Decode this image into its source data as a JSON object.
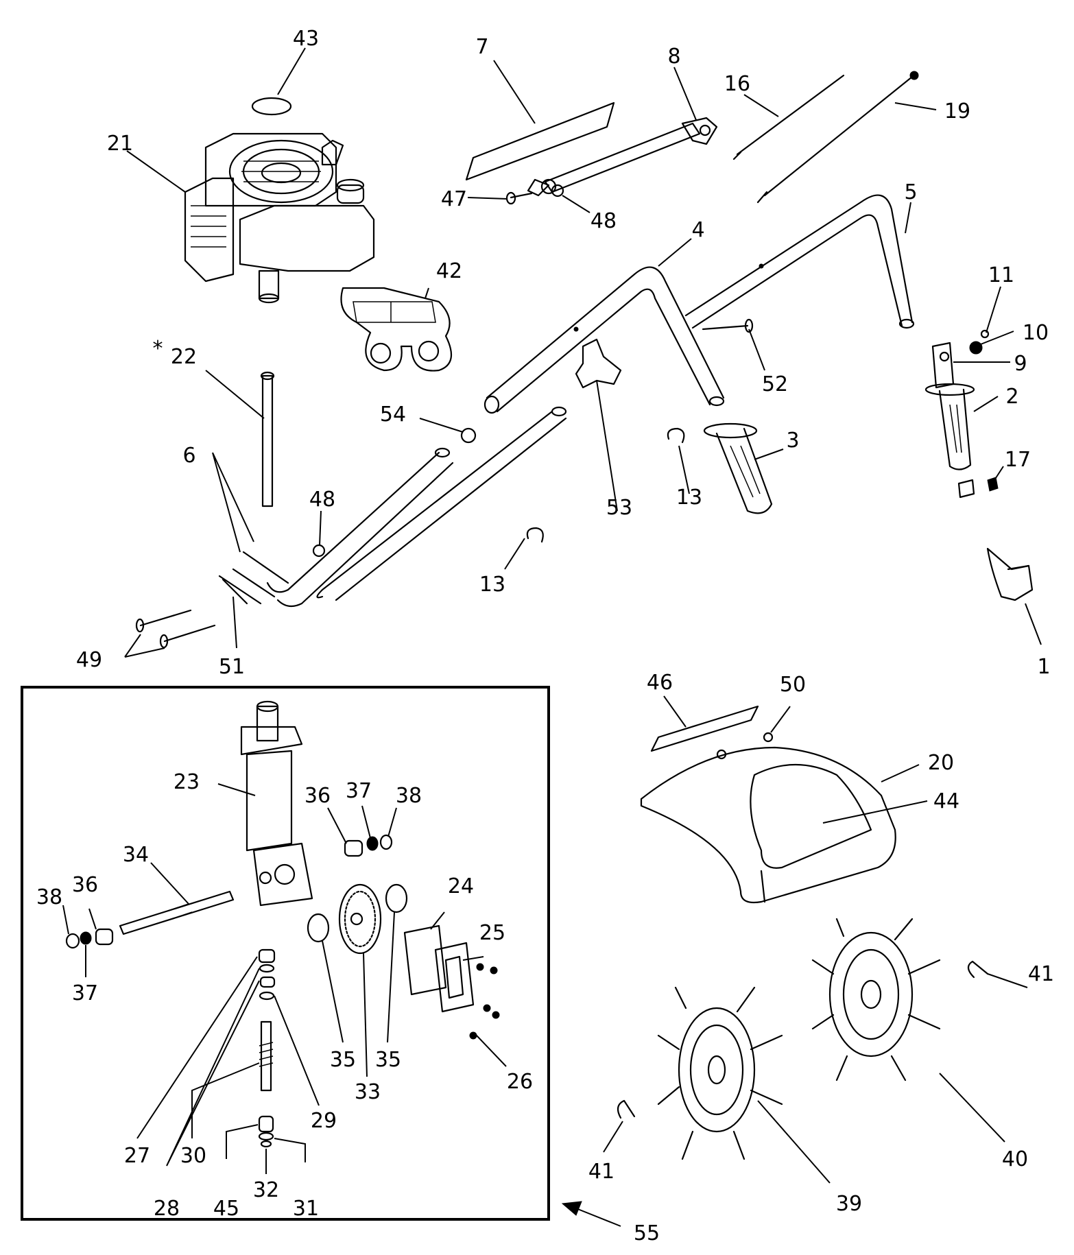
{
  "diagram": {
    "background_color": "#ffffff",
    "line_color": "#000000",
    "inset_note": "*",
    "callouts": [
      {
        "id": "c43",
        "label": "43"
      },
      {
        "id": "c7",
        "label": "7"
      },
      {
        "id": "c8",
        "label": "8"
      },
      {
        "id": "c16",
        "label": "16"
      },
      {
        "id": "c19",
        "label": "19"
      },
      {
        "id": "c21",
        "label": "21"
      },
      {
        "id": "c47",
        "label": "47"
      },
      {
        "id": "c48a",
        "label": "48"
      },
      {
        "id": "c5",
        "label": "5"
      },
      {
        "id": "c4",
        "label": "4"
      },
      {
        "id": "c42",
        "label": "42"
      },
      {
        "id": "c11",
        "label": "11"
      },
      {
        "id": "c10",
        "label": "10"
      },
      {
        "id": "c22",
        "label": "22"
      },
      {
        "id": "c52",
        "label": "52"
      },
      {
        "id": "c9",
        "label": "9"
      },
      {
        "id": "c2",
        "label": "2"
      },
      {
        "id": "c54",
        "label": "54"
      },
      {
        "id": "c3",
        "label": "3"
      },
      {
        "id": "c17",
        "label": "17"
      },
      {
        "id": "c6",
        "label": "6"
      },
      {
        "id": "c48b",
        "label": "48"
      },
      {
        "id": "c53",
        "label": "53"
      },
      {
        "id": "c13a",
        "label": "13"
      },
      {
        "id": "c13b",
        "label": "13"
      },
      {
        "id": "c49",
        "label": "49"
      },
      {
        "id": "c51",
        "label": "51"
      },
      {
        "id": "c1",
        "label": "1"
      },
      {
        "id": "c46",
        "label": "46"
      },
      {
        "id": "c50",
        "label": "50"
      },
      {
        "id": "c20",
        "label": "20"
      },
      {
        "id": "c44",
        "label": "44"
      },
      {
        "id": "c23",
        "label": "23"
      },
      {
        "id": "c36a",
        "label": "36"
      },
      {
        "id": "c37a",
        "label": "37"
      },
      {
        "id": "c38a",
        "label": "38"
      },
      {
        "id": "c34",
        "label": "34"
      },
      {
        "id": "c38b",
        "label": "38"
      },
      {
        "id": "c36b",
        "label": "36"
      },
      {
        "id": "c37b",
        "label": "37"
      },
      {
        "id": "c24",
        "label": "24"
      },
      {
        "id": "c25",
        "label": "25"
      },
      {
        "id": "c41a",
        "label": "41"
      },
      {
        "id": "c35a",
        "label": "35"
      },
      {
        "id": "c33",
        "label": "33"
      },
      {
        "id": "c35b",
        "label": "35"
      },
      {
        "id": "c26",
        "label": "26"
      },
      {
        "id": "c27",
        "label": "27"
      },
      {
        "id": "c28",
        "label": "28"
      },
      {
        "id": "c29",
        "label": "29"
      },
      {
        "id": "c30",
        "label": "30"
      },
      {
        "id": "c45",
        "label": "45"
      },
      {
        "id": "c32",
        "label": "32"
      },
      {
        "id": "c31",
        "label": "31"
      },
      {
        "id": "c39",
        "label": "39"
      },
      {
        "id": "c40",
        "label": "40"
      },
      {
        "id": "c41b",
        "label": "41"
      },
      {
        "id": "c55",
        "label": "55"
      }
    ]
  }
}
